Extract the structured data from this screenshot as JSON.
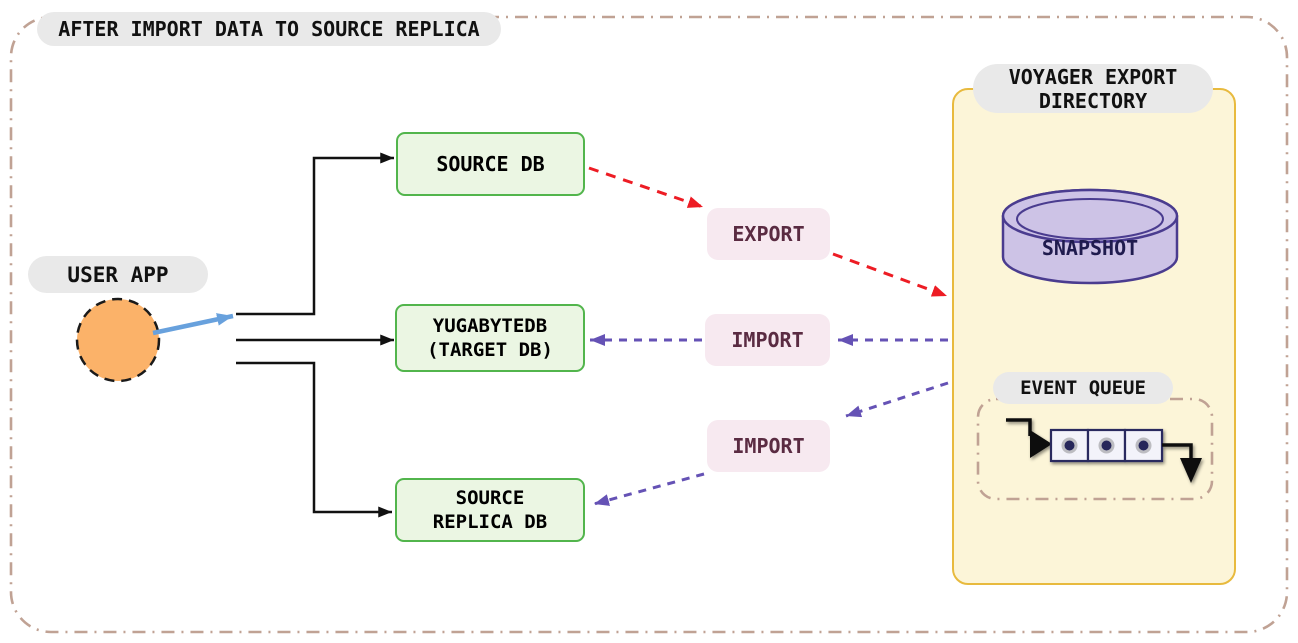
{
  "title": "AFTER IMPORT DATA TO SOURCE REPLICA",
  "user_app": {
    "label": "USER APP"
  },
  "databases": {
    "source_db": {
      "label": "SOURCE DB"
    },
    "target_db": {
      "line1": "YUGABYTEDB",
      "line2": "(TARGET DB)"
    },
    "source_replica_db": {
      "line1": "SOURCE",
      "line2": "REPLICA DB"
    }
  },
  "flow_badges": {
    "export": "EXPORT",
    "import_to_target": "IMPORT",
    "import_to_replica": "IMPORT"
  },
  "voyager_panel": {
    "title_line1": "VOYAGER EXPORT",
    "title_line2": "DIRECTORY",
    "snapshot": "SNAPSHOT",
    "event_queue": "EVENT QUEUE"
  },
  "colors": {
    "border_dashdot": "#c0a294",
    "label_pill_bg": "#e9e9e9",
    "db_box_bg": "#ebf6e3",
    "db_box_border": "#52b54c",
    "flow_pill_bg": "#f7e9f0",
    "flow_pill_text": "#5a2b42",
    "panel_bg": "#fcf5d8",
    "panel_border": "#e8ba3e",
    "snapshot_fill": "#cdc3e6",
    "snapshot_stroke": "#4a3c8f",
    "export_arrow": "#ed1c24",
    "import_arrow": "#6552b5",
    "user_arrow": "#68a1dd",
    "user_app_fill": "#fbb269",
    "connector": "#111111"
  }
}
